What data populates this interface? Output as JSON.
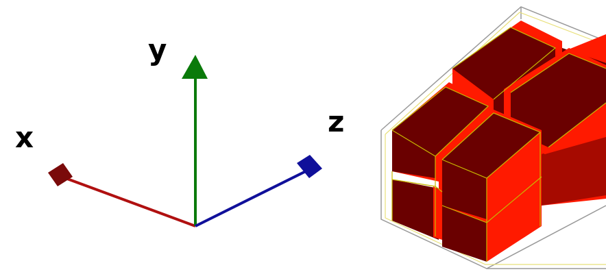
{
  "axes": {
    "x": {
      "label": "x",
      "color": "#b01010",
      "marker_color": "#7a0a0a"
    },
    "y": {
      "label": "y",
      "color": "#0a7a0a",
      "marker_color": "#0a7a0a"
    },
    "z": {
      "label": "z",
      "color": "#10109a",
      "marker_color": "#10109a"
    }
  },
  "blocks": {
    "count": 8,
    "front_face_color": "#6a0000",
    "side_face_color": "#ff1a00",
    "edge_color": "#c8b800",
    "bounding_box_color": "#999999"
  }
}
